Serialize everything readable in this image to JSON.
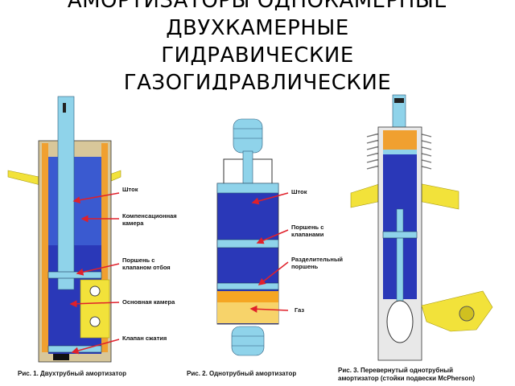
{
  "title": {
    "line1": "АМОРТИЗАТОРЫ ОДНОКАМЕРНЫЕ",
    "line2": "ДВУХКАМЕРНЫЕ",
    "line3": "ГИДРАВИЧЕСКИЕ",
    "line4": "ГАЗОГИДРАВЛИЧЕСКИЕ"
  },
  "figure1": {
    "labels": {
      "rod": "Шток",
      "comp_chamber_1": "Компенсационная",
      "comp_chamber_2": "камера",
      "piston_1": "Поршень с",
      "piston_2": "клапаном отбоя",
      "main_chamber": "Основная камера",
      "comp_valve": "Клапан сжатия"
    },
    "caption": "Рис. 1. Двухтрубный амортизатор"
  },
  "figure2": {
    "labels": {
      "rod": "Шток",
      "piston_1": "Поршень с",
      "piston_2": "клапанами",
      "separator_1": "Разделительный",
      "separator_2": "поршень",
      "gas": "Газ"
    },
    "caption": "Рис. 2. Однотрубный амортизатор"
  },
  "figure3": {
    "caption_1": "Рис. 3. Перевернутый однотрубный",
    "caption_2": "амортизатор (стойки подвески McPherson)"
  },
  "colors": {
    "fluid_blue": "#2a38b8",
    "rod_cyan": "#8fd3ea",
    "gas_orange": "#f5a623",
    "gas_yellow": "#f7d36a",
    "bracket_yellow": "#f2e23a",
    "arrow_red": "#e0202a"
  }
}
